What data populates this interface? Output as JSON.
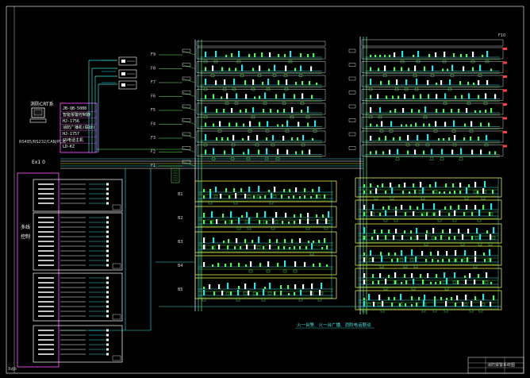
{
  "title": "消防报警系统图",
  "crt_label": "消防CRT系",
  "controller_rows": [
    "JB-QB-5000",
    "智能报警控制器",
    "HJ-1756",
    "消防广播机(联动)",
    "HJ-1757",
    "S5电话主机",
    "LD-KZ"
  ],
  "bus_caption": "RS485/RS232/CAN/PCIE",
  "left_tag": "Ex1 0",
  "frame_left_text": "XzJb",
  "legend_side": [
    "多线",
    "控制"
  ],
  "bottom_caption": "火一台警、火一台广播、消防电话联动",
  "floor_labels": [
    "F9",
    "F8",
    "F7",
    "F6",
    "F5",
    "F4",
    "F3",
    "F2",
    "F1"
  ],
  "lower_tags": [
    "B1",
    "B2",
    "B3",
    "B4",
    "B5"
  ],
  "top_right_tag": "F10",
  "colors": {
    "background": "#000000",
    "cyan": "#35e0e0",
    "green": "#5ff05f",
    "yellow": "#e8e84a",
    "magenta": "#e040e0",
    "white": "#ffffff",
    "red": "#ff4040"
  }
}
